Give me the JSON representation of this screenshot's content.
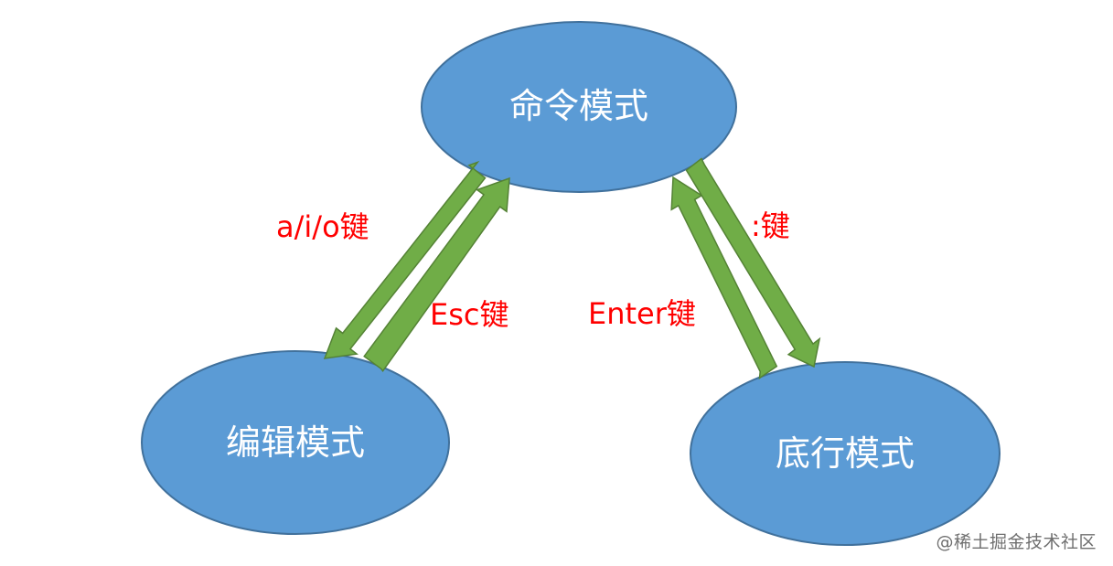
{
  "colors": {
    "node_fill": "#5b9bd5",
    "node_stroke": "#41719c",
    "arrow_fill": "#70ad47",
    "arrow_stroke": "#548235",
    "label_text": "#ff0000",
    "node_text": "#ffffff"
  },
  "nodes": {
    "command_mode": "命令模式",
    "edit_mode": "编辑模式",
    "last_line_mode": "底行模式"
  },
  "edges": {
    "command_to_edit": "a/i/o键",
    "edit_to_command": "Esc键",
    "last_line_to_command": "Enter键",
    "command_to_last_line": ":键"
  },
  "watermark": "@稀土掘金技术社区"
}
